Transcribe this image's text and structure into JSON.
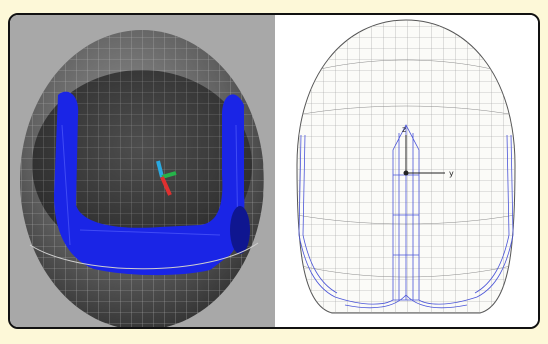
{
  "figure": {
    "left_panel": {
      "name": "solid-render-view"
    },
    "right_panel": {
      "name": "wireframe-view",
      "axis_labels": {
        "z": "z",
        "y": "y"
      }
    }
  },
  "colors": {
    "background": "#fdf8d8",
    "left_panel_bg": "#a8a8a8",
    "right_panel_bg": "#ffffff",
    "solid_blue": "#1a25e6",
    "wire_blue": "#4b55d8",
    "grid_gray": "#9a9a9a"
  }
}
